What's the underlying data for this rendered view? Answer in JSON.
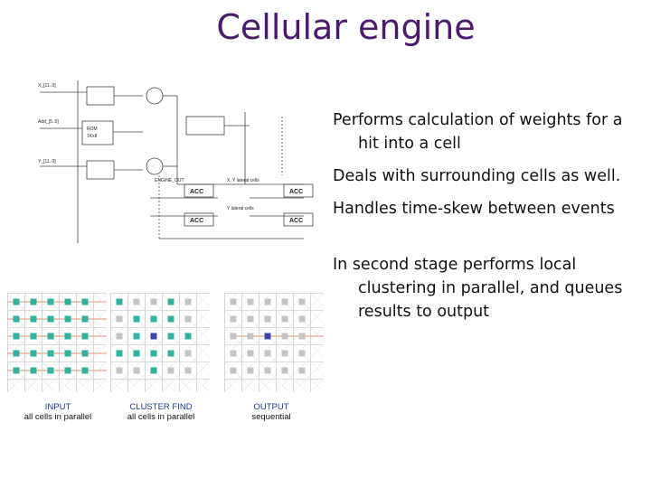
{
  "slide": {
    "title": "Cellular engine",
    "bullets": [
      "Performs calculation of weights for a hit into a cell",
      "Deals with surrounding cells as well.",
      "Handles time-skew between events",
      "In second stage performs local clustering in parallel, and queues results to output"
    ]
  },
  "schematic": {
    "labels": {
      "x_in": "X_[11..0]",
      "y_in": "Y_[11..0]",
      "addr": "Add_[5..0]",
      "rom": "ROM",
      "rom_sub": "1Kx8",
      "acc": "ACC",
      "engine_out": "ENGINE_OUT",
      "lateral1": "X, Y lateral cells",
      "lateral2": "Y lateral cells"
    }
  },
  "grids": [
    {
      "caption": "INPUT",
      "sub": "all cells in parallel"
    },
    {
      "caption": "CLUSTER FIND",
      "sub": "all cells in parallel"
    },
    {
      "caption": "OUTPUT",
      "sub": "sequential"
    }
  ]
}
